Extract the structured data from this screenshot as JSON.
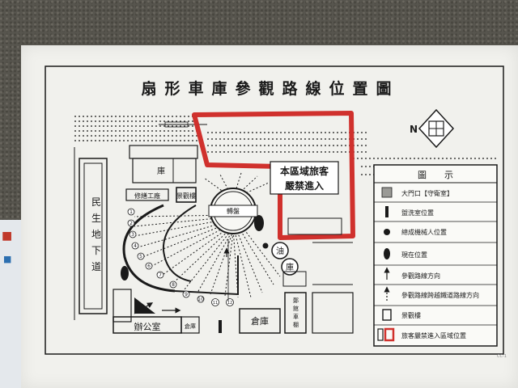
{
  "title": "扇形車庫參觀路線位置圖",
  "compass": {
    "letter": "N"
  },
  "restricted_text": [
    "本區域旅客",
    "嚴禁進入"
  ],
  "buildings": {
    "underpass": "民生地下道",
    "repair_factory": "修繕工廠",
    "tower": "景觀樓",
    "garage_block": "庫",
    "turntable": "轉盤",
    "tank1": "油",
    "tank2": "庫",
    "office": "辦公室",
    "warehouse_small": "倉庫",
    "warehouse": "倉庫",
    "wing": "鄭館車棚",
    "ghost_label": "CC-1"
  },
  "stall_numbers": [
    "1",
    "2",
    "3",
    "4",
    "5",
    "6",
    "7",
    "8",
    "9",
    "10",
    "11",
    "12"
  ],
  "legend": {
    "title": "圖　　示",
    "items": [
      {
        "icon": "grey-square-icon",
        "label": "大門口【守衛室】"
      },
      {
        "icon": "bar-rectangle-icon",
        "label": "盥洗室位置"
      },
      {
        "icon": "black-dot-icon",
        "label": "總成機械人位置"
      },
      {
        "icon": "black-oval-icon",
        "label": "現在位置"
      },
      {
        "icon": "up-arrow-icon",
        "label": "參觀路線方向"
      },
      {
        "icon": "dashed-arrow-icon",
        "label": "參觀路線跨越鐵道路線方向"
      },
      {
        "icon": "rectangle-outline-icon",
        "label": "景觀樓"
      },
      {
        "icon": "red-box-icon",
        "label": "旅客嚴禁進入區域位置"
      }
    ]
  },
  "colors": {
    "restricted": "#d0312d",
    "ink": "#1a1a1a",
    "paper": "#f1f1ed"
  }
}
